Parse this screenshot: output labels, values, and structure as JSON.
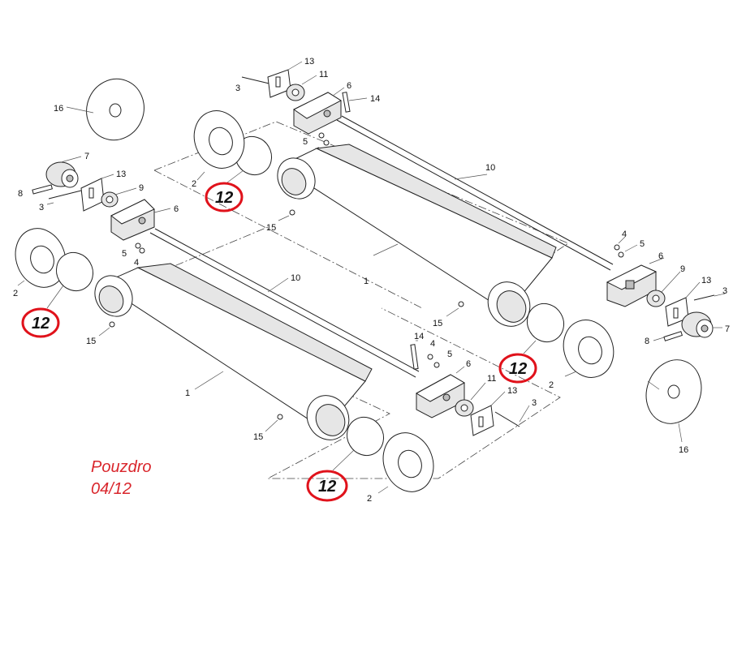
{
  "caption": {
    "line1": "Pouzdro",
    "line2": "04/12",
    "color": "#d9262c"
  },
  "highlight": {
    "label": "12",
    "ring_color": "#e0121b"
  },
  "callouts": {
    "c1": "1",
    "c2": "2",
    "c3": "3",
    "c4": "4",
    "c5": "5",
    "c6": "6",
    "c7": "7",
    "c8": "8",
    "c9": "9",
    "c10": "10",
    "c11": "11",
    "c13": "13",
    "c14": "14",
    "c15": "15",
    "c16": "16"
  }
}
